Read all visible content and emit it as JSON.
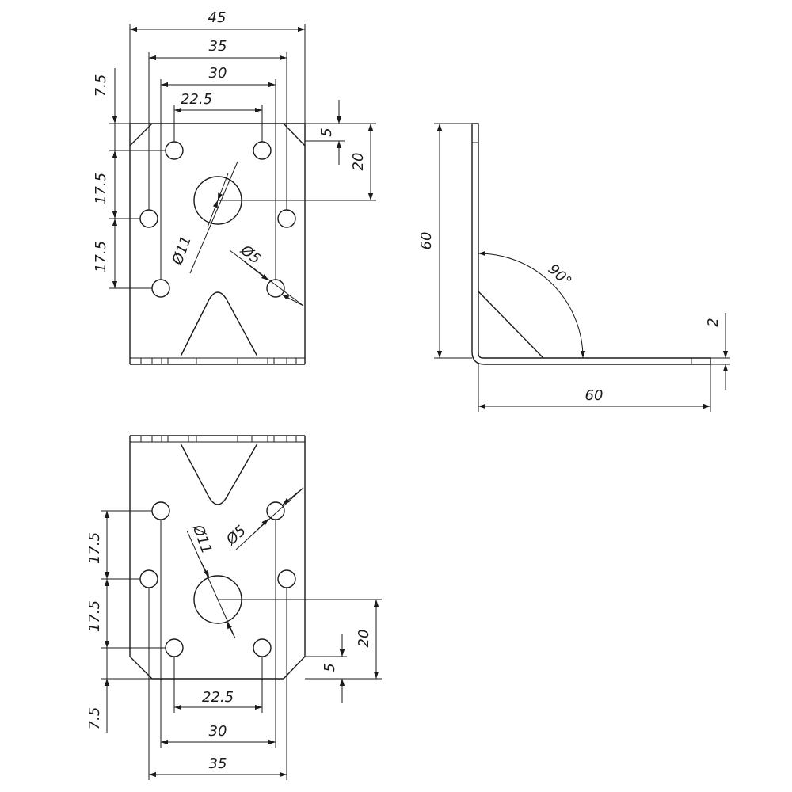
{
  "views": {
    "top": {
      "dims": {
        "w45": "45",
        "w35": "35",
        "w30": "30",
        "w22": "22.5",
        "h75": "7.5",
        "h175a": "17.5",
        "h175b": "17.5",
        "h5": "5",
        "h20": "20",
        "d11": "Ø11",
        "d5": "Ø5"
      }
    },
    "side": {
      "dims": {
        "height": "60",
        "length": "60",
        "thickness": "2",
        "angle": "90°"
      }
    },
    "bottom": {
      "dims": {
        "h175a": "17.5",
        "h175b": "17.5",
        "h75": "7.5",
        "w22": "22.5",
        "w30": "30",
        "w35": "35",
        "h5": "5",
        "h20": "20",
        "d11": "Ø11",
        "d5": "Ø5"
      }
    }
  }
}
